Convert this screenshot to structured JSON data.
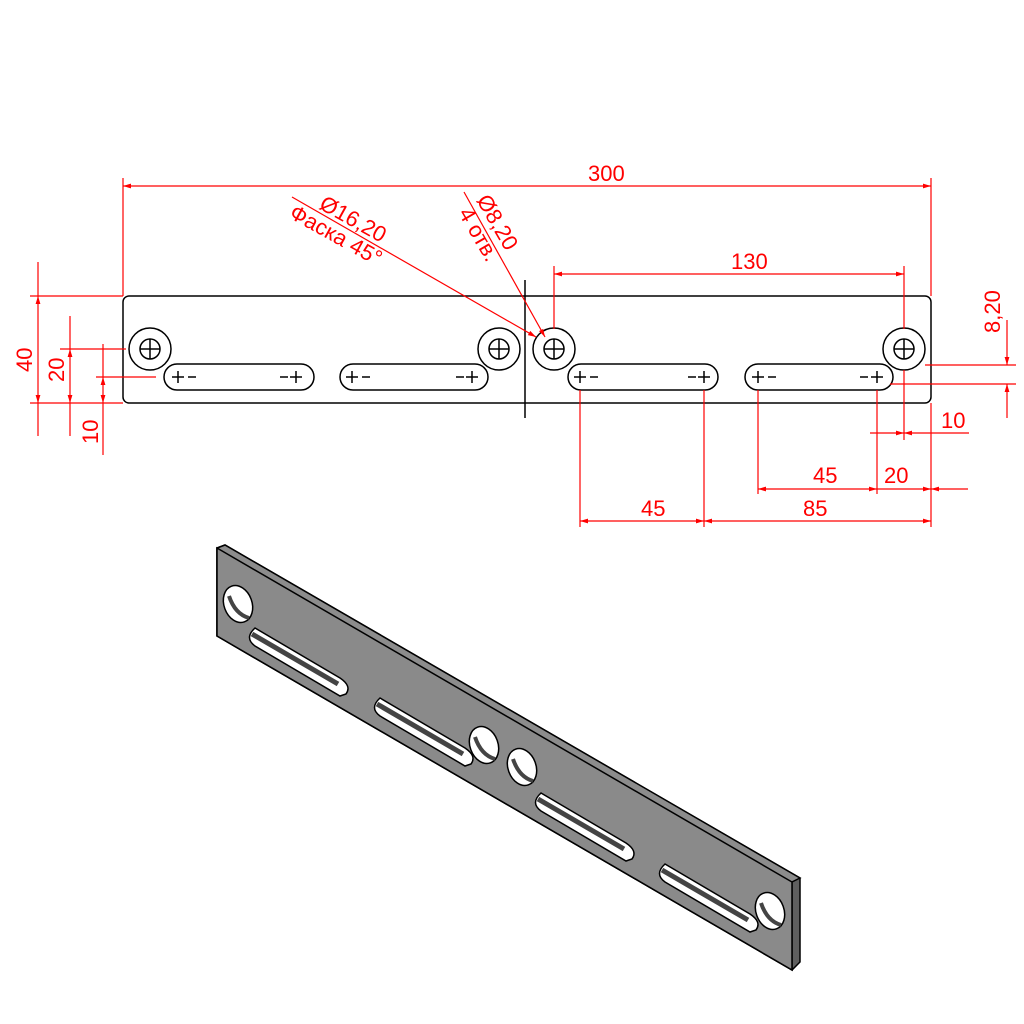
{
  "drawing": {
    "overall_length": "300",
    "slot_spacing_top": "130",
    "hole_dia_large": "Ø16,20",
    "chamfer_note": "Фаска 45°",
    "hole_dia_small": "Ø8,20",
    "hole_count_note": "4 отв.",
    "hole_width_right": "8,20",
    "height_total": "40",
    "height_holes": "20",
    "height_slots": "10",
    "bottom_slot_len_left": "45",
    "bottom_dist_right": "85",
    "bottom_slot_len_right": "45",
    "bottom_right_20": "20",
    "bottom_right_10": "10"
  },
  "colors": {
    "dimension": "#ff0000",
    "outline": "#000000",
    "plate_top": "#8c8c8c",
    "plate_edge": "#5f5f5f"
  }
}
